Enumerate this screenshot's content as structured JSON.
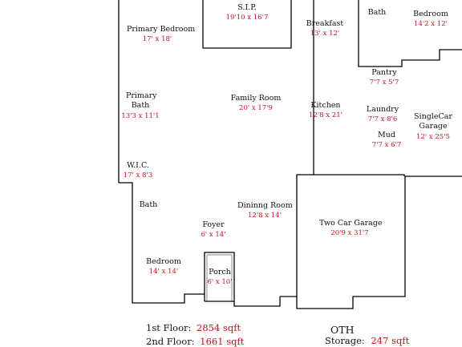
{
  "rooms": {
    "sip": {
      "name": "S.I.P.",
      "dim": "19'10 x 16'7"
    },
    "breakfast": {
      "name": "Breakfast",
      "dim": "13' x 12'"
    },
    "bath_top": {
      "name": "Bath",
      "dim": ""
    },
    "bedroom_top": {
      "name": "Bedroom",
      "dim": "14'2 x 12'"
    },
    "primary_bedroom": {
      "name": "Primary Bedroom",
      "dim": "17' x 18'"
    },
    "pantry": {
      "name": "Pantry",
      "dim": "7'7 x 5'7"
    },
    "primary_bath": {
      "name": "Primary Bath",
      "dim": "13'3 x 11'1"
    },
    "family_room": {
      "name": "Family Room",
      "dim": "20' x 17'9"
    },
    "kitchen": {
      "name": "Kitchen",
      "dim": "12'8 x 21'"
    },
    "laundry": {
      "name": "Laundry",
      "dim": "7'7 x 8'6"
    },
    "single_garage": {
      "name": "SingleCar Garage",
      "dim": "12' x 25'5"
    },
    "mud": {
      "name": "Mud",
      "dim": "7'7 x 6'7"
    },
    "wic": {
      "name": "W.I.C.",
      "dim": "17' x 8'3"
    },
    "bath_left": {
      "name": "Bath",
      "dim": ""
    },
    "dining_room": {
      "name": "Dininng Room",
      "dim": "12'8 x 14'"
    },
    "two_car_garage": {
      "name": "Two Car Garage",
      "dim": "20'9 x 31'7"
    },
    "foyer": {
      "name": "Foyer",
      "dim": "6' x 14'"
    },
    "bedroom_bottom": {
      "name": "Bedroom",
      "dim": "14' x 14'"
    },
    "porch": {
      "name": "Porch",
      "dim": "6' x 10'"
    }
  },
  "areas": {
    "first_floor": {
      "label": "1st Floor:",
      "value": "2854 sqft"
    },
    "second_floor": {
      "label": "2nd Floor:",
      "value": "1661 sqft"
    },
    "oth": {
      "heading": "OTH",
      "label": "Storage:",
      "value": "247 sqft"
    }
  },
  "colors": {
    "wall": "#000000",
    "dimension_text": "#c8101e",
    "label_text": "#111111"
  }
}
